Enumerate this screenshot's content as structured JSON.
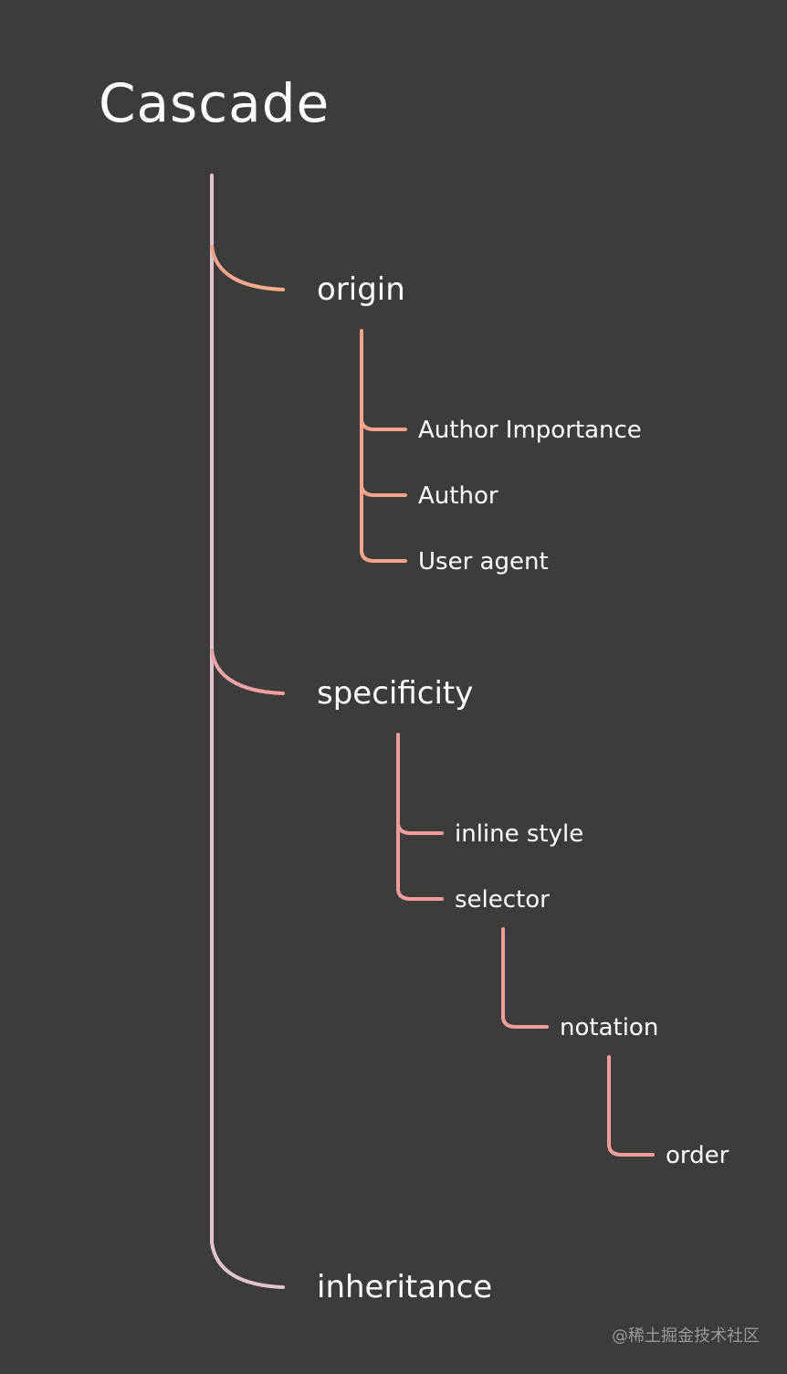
{
  "title": "Cascade",
  "colors": {
    "background": "#3c3c3c",
    "trunk": "#e2c4cf",
    "origin": "#f6a48b",
    "specificity": "#ef9d9b",
    "inheritance": "#e2c4cf"
  },
  "nodes": {
    "origin": "origin",
    "author_importance": "Author Importance",
    "author": "Author",
    "user_agent": "User agent",
    "specificity": "specificity",
    "inline_style": "inline style",
    "selector": "selector",
    "notation": "notation",
    "order": "order",
    "inheritance": "inheritance"
  },
  "watermark": "@稀土掘金技术社区"
}
